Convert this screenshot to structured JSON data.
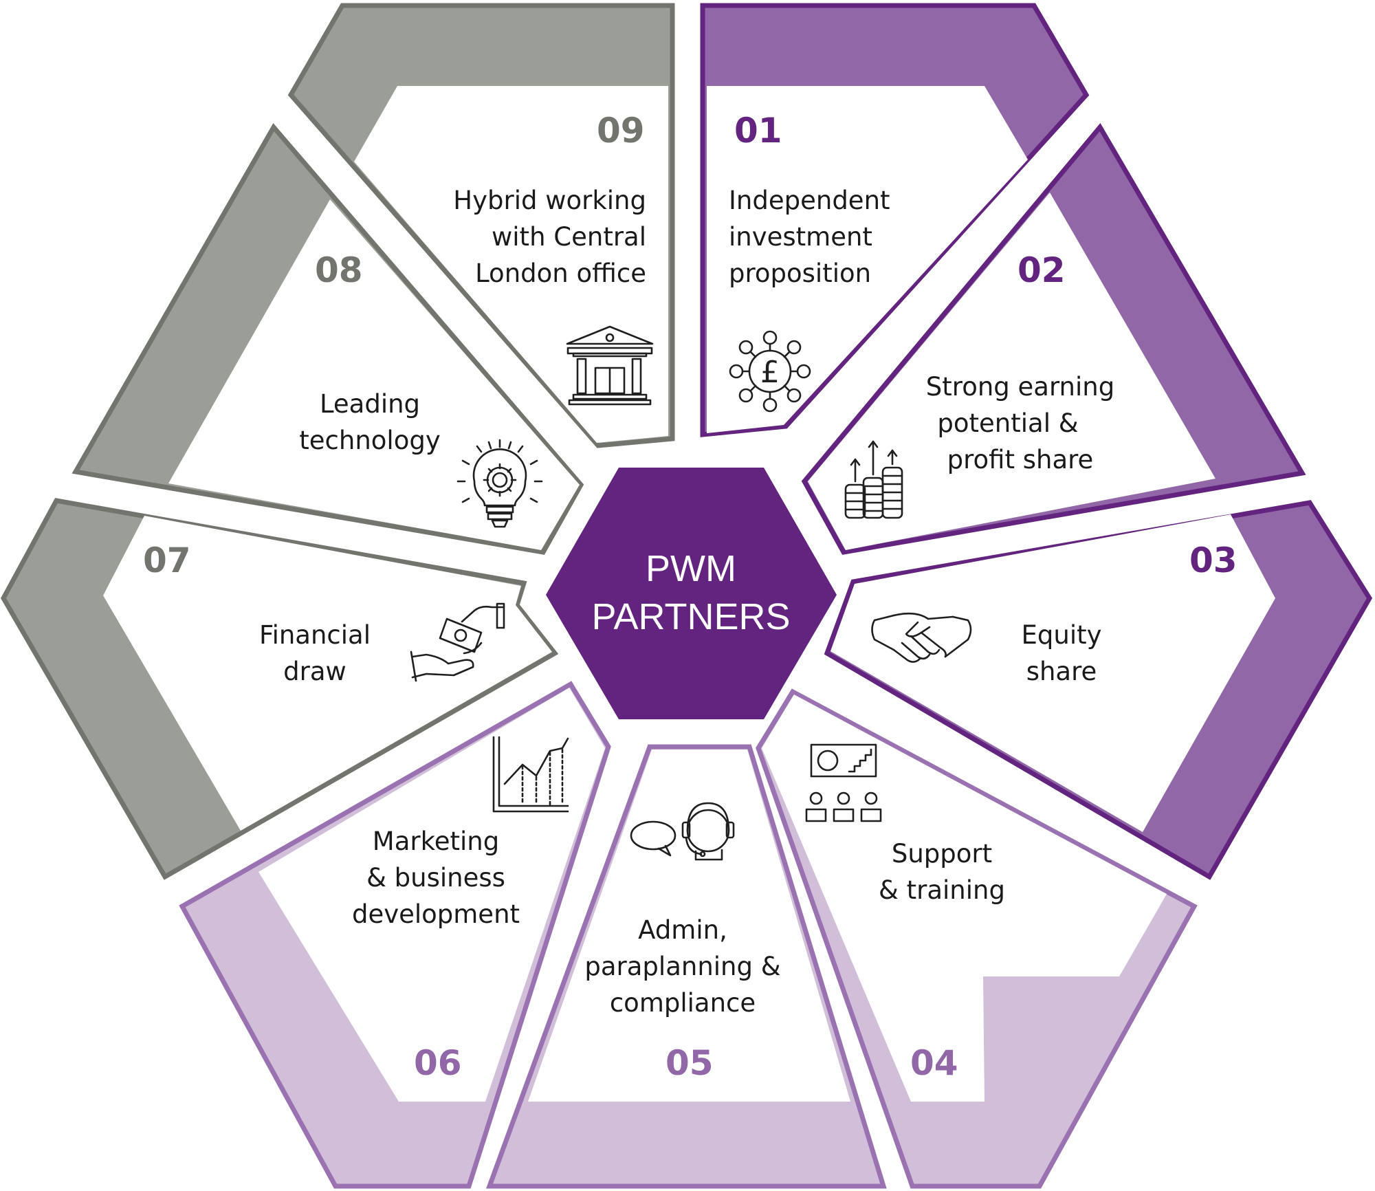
{
  "center": {
    "line1": "PWM",
    "line2": "PARTNERS"
  },
  "colors": {
    "dark_purple": "#63247f",
    "mid_purple": "#9167a8",
    "mid_purple_stroke": "#6a2d86",
    "light_purple": "#d1bed9",
    "light_purple_stroke": "#9a72b1",
    "gray_fill": "#9b9e97",
    "gray_stroke": "#72756e"
  },
  "segments": [
    {
      "number": "01",
      "lines": [
        "Independent",
        "investment",
        "proposition"
      ],
      "icon": "pound-network-icon"
    },
    {
      "number": "02",
      "lines": [
        "Strong earning",
        "potential &",
        "profit share"
      ],
      "icon": "coin-stacks-growth-icon"
    },
    {
      "number": "03",
      "lines": [
        "Equity",
        "share"
      ],
      "icon": "handshake-icon"
    },
    {
      "number": "04",
      "lines": [
        "Support",
        "& training"
      ],
      "icon": "presentation-audience-icon"
    },
    {
      "number": "05",
      "lines": [
        "Admin,",
        "paraplanning &",
        "compliance"
      ],
      "icon": "headset-chat-icon"
    },
    {
      "number": "06",
      "lines": [
        "Marketing",
        "& business",
        "development"
      ],
      "icon": "growth-chart-icon"
    },
    {
      "number": "07",
      "lines": [
        "Financial",
        "draw"
      ],
      "icon": "money-handover-icon"
    },
    {
      "number": "08",
      "lines": [
        "Leading",
        "technology"
      ],
      "icon": "lightbulb-gear-icon"
    },
    {
      "number": "09",
      "lines": [
        "Hybrid working",
        "with Central",
        "London office"
      ],
      "icon": "office-building-icon"
    }
  ]
}
